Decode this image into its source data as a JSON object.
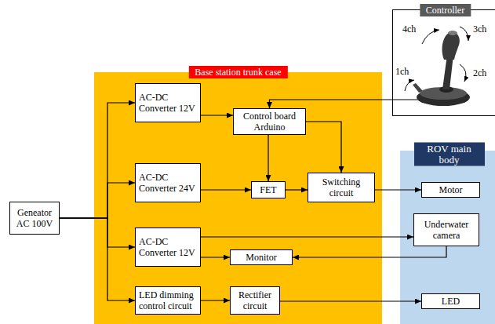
{
  "diagram": {
    "nodes": [
      {
        "text": [
          "Controller"
        ]
      },
      {
        "text": [
          "Base station trunk case"
        ]
      },
      {
        "text": [
          "ROV main body"
        ]
      },
      {
        "text": [
          "Geneator AC 100V"
        ]
      },
      {
        "text": [
          "AC-DC Converter 12V"
        ],
        "in": 1
      },
      {
        "text": [
          "Control board Arduino"
        ],
        "in": 1
      },
      {
        "text": [
          "AC-DC Converter 24V"
        ],
        "in": 1
      },
      {
        "text": [
          "FET"
        ],
        "in": 1
      },
      {
        "text": [
          "Switching circuit"
        ],
        "in": 1
      },
      {
        "text": [
          "Motor"
        ],
        "in": 2
      },
      {
        "text": [
          "AC-DC Converter 12V"
        ],
        "in": 1
      },
      {
        "text": [
          "Underwater camera"
        ],
        "in": 2
      },
      {
        "text": [
          "Monitor"
        ],
        "in": 1
      },
      {
        "text": [
          "LED dimming control circuit"
        ],
        "in": 1
      },
      {
        "text": [
          "Rectifier circuit"
        ],
        "in": 1
      },
      {
        "text": [
          "LED"
        ],
        "in": 2
      }
    ],
    "edges": [
      {
        "from": 3,
        "to": 4,
        "arrow": "to"
      },
      {
        "from": 3,
        "to": 6,
        "arrow": "to"
      },
      {
        "from": 3,
        "to": 10,
        "arrow": "to"
      },
      {
        "from": 3,
        "to": 13,
        "arrow": "to"
      },
      {
        "from": 0,
        "to": 5,
        "arrow": "to"
      },
      {
        "from": 4,
        "to": 5,
        "arrow": "to"
      },
      {
        "from": 5,
        "to": 7,
        "arrow": "to"
      },
      {
        "from": 5,
        "to": 8,
        "arrow": "to"
      },
      {
        "from": 6,
        "to": 7,
        "arrow": "to"
      },
      {
        "from": 7,
        "to": 8,
        "arrow": "to"
      },
      {
        "from": 8,
        "to": 9,
        "arrow": "to"
      },
      {
        "from": 10,
        "to": 11,
        "arrow": "to"
      },
      {
        "from": 10,
        "to": 12,
        "arrow": "to"
      },
      {
        "from": 11,
        "to": 12,
        "arrow": "to"
      },
      {
        "from": 13,
        "to": 14,
        "arrow": "to"
      },
      {
        "from": 14,
        "to": 15,
        "arrow": "to"
      }
    ],
    "labels": [
      "4ch",
      "3ch",
      "1ch",
      "2ch"
    ]
  }
}
